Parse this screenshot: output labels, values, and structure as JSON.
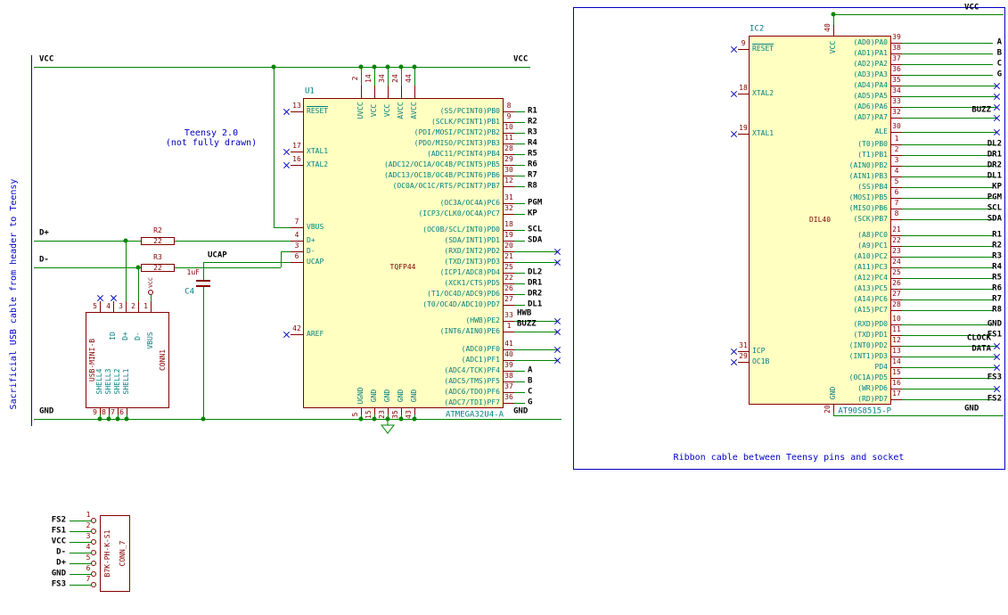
{
  "notes": {
    "left_cable": "Sacrificial USB cable from header to Teensy",
    "teensy_line1": "Teensy 2.0",
    "teensy_line2": "(not fully drawn)",
    "ribbon": "Ribbon cable between Teensy pins and socket"
  },
  "colors": {
    "wire": "#008400",
    "pin": "#840000",
    "pin_name": "#008080",
    "pin_number": "#840000",
    "net_label": "#000000",
    "note": "#0000C0",
    "no_connect": "#0000C0",
    "body_fill": "#FFFFC2",
    "body_border": "#840000"
  },
  "nets": {
    "vcc": "VCC",
    "gnd": "GND",
    "d_plus": "D+",
    "d_minus": "D-",
    "ucap": "UCAP",
    "vbus_power": "VCC"
  },
  "u1": {
    "ref": "U1",
    "value": "ATMEGA32U4-A",
    "package": "TQFP44",
    "left_pins": [
      {
        "name": "RESET",
        "num": "13",
        "nc": true,
        "ovl": true
      },
      {
        "name": "XTAL1",
        "num": "17",
        "nc": true
      },
      {
        "name": "XTAL2",
        "num": "16",
        "nc": true
      },
      {
        "name": "VBUS",
        "num": "7"
      },
      {
        "name": "D+",
        "num": "4"
      },
      {
        "name": "D-",
        "num": "3"
      },
      {
        "name": "UCAP",
        "num": "6"
      },
      {
        "name": "AREF",
        "num": "42",
        "nc": true
      }
    ],
    "top_pins": [
      {
        "name": "UVCC",
        "num": "2"
      },
      {
        "name": "VCC",
        "num": "14"
      },
      {
        "name": "VCC",
        "num": "34"
      },
      {
        "name": "AVCC",
        "num": "24"
      },
      {
        "name": "AVCC",
        "num": "44"
      }
    ],
    "bottom_pins": [
      {
        "name": "UGND",
        "num": "5"
      },
      {
        "name": "GND",
        "num": "15"
      },
      {
        "name": "GND",
        "num": "23"
      },
      {
        "name": "GND",
        "num": "35"
      },
      {
        "name": "GND",
        "num": "43"
      }
    ],
    "right_groups": [
      {
        "pins": [
          {
            "name": "(SS/PCINT0)PB0",
            "num": "8",
            "label": "R1"
          },
          {
            "name": "(SCLK/PCINT1)PB1",
            "num": "9",
            "label": "R2"
          },
          {
            "name": "(PDI/MOSI/PCINT2)PB2",
            "num": "10",
            "label": "R3"
          },
          {
            "name": "(PDO/MISO/PCINT3)PB3",
            "num": "11",
            "label": "R4"
          },
          {
            "name": "(ADC11/PCINT4)PB4",
            "num": "28",
            "label": "R5"
          },
          {
            "name": "(ADC12/OC1A/OC4B/PCINT5)PB5",
            "num": "29",
            "label": "R6"
          },
          {
            "name": "(ADC13/OC1B/OC4B/PCINT6)PB6",
            "num": "30",
            "label": "R7"
          },
          {
            "name": "(OC0A/OC1C/RTS/PCINT7)PB7",
            "num": "12",
            "label": "R8"
          }
        ]
      },
      {
        "pins": [
          {
            "name": "(OC3A/OC4A)PC6",
            "num": "31",
            "label": "PGM"
          },
          {
            "name": "(ICP3/CLK0/OC4A)PC7",
            "num": "32",
            "label": "KP"
          }
        ]
      },
      {
        "pins": [
          {
            "name": "(OC0B/SCL/INT0)PD0",
            "num": "18",
            "label": "SCL"
          },
          {
            "name": "(SDA/INT1)PD1",
            "num": "19",
            "label": "SDA"
          },
          {
            "name": "(RXD/INT2)PD2",
            "num": "20",
            "nc": true
          },
          {
            "name": "(TXD/INT3)PD3",
            "num": "21",
            "nc": true
          },
          {
            "name": "(ICP1/ADC8)PD4",
            "num": "25",
            "label": "DL2"
          },
          {
            "name": "(XCK1/CTS)PD5",
            "num": "22",
            "label": "DR1"
          },
          {
            "name": "(T1/OC4D/ADC9)PD6",
            "num": "26",
            "label": "DR2"
          },
          {
            "name": "(T0/OC4D/ADC10)PD7",
            "num": "27",
            "label": "DL1"
          }
        ]
      },
      {
        "pins": [
          {
            "name": "(HWB)PE2",
            "num": "33",
            "label": "HWB",
            "nc": true
          },
          {
            "name": "(INT6/AIN0)PE6",
            "num": "1",
            "label": "BUZZ",
            "nc": true
          }
        ]
      },
      {
        "pins": [
          {
            "name": "(ADC0)PF0",
            "num": "41",
            "nc": true
          },
          {
            "name": "(ADC1)PF1",
            "num": "40",
            "nc": true
          },
          {
            "name": "(ADC4/TCK)PF4",
            "num": "39",
            "label": "A"
          },
          {
            "name": "(ADC5/TMS)PF5",
            "num": "38",
            "label": "B"
          },
          {
            "name": "(ADC6/TDO)PF6",
            "num": "37",
            "label": "C"
          },
          {
            "name": "(ADC7/TDI)PF7",
            "num": "36",
            "label": "G"
          }
        ]
      }
    ]
  },
  "ic2": {
    "ref": "IC2",
    "value": "AT90S8515-P",
    "package": "DIL40",
    "left_pins": [
      {
        "name": "RESET",
        "num": "9",
        "nc": true,
        "ovl": true
      },
      {
        "name": "XTAL2",
        "num": "18",
        "nc": true
      },
      {
        "name": "XTAL1",
        "num": "19",
        "nc": true
      },
      {
        "name": "ICP",
        "num": "31",
        "nc": true
      },
      {
        "name": "OC1B",
        "num": "29",
        "nc": true
      }
    ],
    "top_pins": [
      {
        "name": "VCC",
        "num": "40"
      }
    ],
    "bottom_pins": [
      {
        "name": "GND",
        "num": "20"
      }
    ],
    "right_groups": [
      {
        "pins": [
          {
            "name": "(AD0)PA0",
            "num": "39",
            "label": "A"
          },
          {
            "name": "(AD1)PA1",
            "num": "38",
            "label": "B"
          },
          {
            "name": "(AD2)PA2",
            "num": "37",
            "label": "C"
          },
          {
            "name": "(AD3)PA3",
            "num": "36",
            "label": "G"
          },
          {
            "name": "(AD4)PA4",
            "num": "35",
            "nc": true
          },
          {
            "name": "(AD5)PA5",
            "num": "34",
            "nc": true
          },
          {
            "name": "(AD6)PA6",
            "num": "33",
            "nc": true
          },
          {
            "name": "(AD7)PA7",
            "num": "32",
            "label": "BUZZ",
            "nc": true
          }
        ]
      },
      {
        "pins": [
          {
            "name": "ALE",
            "num": "30",
            "nc": true
          }
        ]
      },
      {
        "pins": [
          {
            "name": "(T0)PB0",
            "num": "1",
            "label": "DL2"
          },
          {
            "name": "(T1)PB1",
            "num": "2",
            "label": "DR1"
          },
          {
            "name": "(AIN0)PB2",
            "num": "3",
            "label": "DR2"
          },
          {
            "name": "(AIN1)PB3",
            "num": "4",
            "label": "DL1"
          },
          {
            "name": "(SS)PB4",
            "num": "5",
            "label": "KP"
          },
          {
            "name": "(MOSI)PB5",
            "num": "6",
            "label": "PGM"
          },
          {
            "name": "(MISO)PB6",
            "num": "7",
            "label": "SCL"
          },
          {
            "name": "(SCK)PB7",
            "num": "8",
            "label": "SDA"
          }
        ]
      },
      {
        "pins": [
          {
            "name": "(A8)PC0",
            "num": "21",
            "label": "R1"
          },
          {
            "name": "(A9)PC1",
            "num": "22",
            "label": "R2"
          },
          {
            "name": "(A10)PC2",
            "num": "23",
            "label": "R3"
          },
          {
            "name": "(A11)PC3",
            "num": "24",
            "label": "R4"
          },
          {
            "name": "(A12)PC4",
            "num": "25",
            "label": "R5"
          },
          {
            "name": "(A13)PC5",
            "num": "26",
            "label": "R6"
          },
          {
            "name": "(A14)PC6",
            "num": "27",
            "label": "R7"
          },
          {
            "name": "(A15)PC7",
            "num": "28",
            "label": "R8"
          }
        ]
      },
      {
        "pins": [
          {
            "name": "(RXD)PD0",
            "num": "10",
            "label": "GND"
          },
          {
            "name": "(TXD)PD1",
            "num": "11",
            "label": "FS1"
          },
          {
            "name": "(INT0)PD2",
            "num": "12",
            "label": "CLOCK",
            "nc": true
          },
          {
            "name": "(INT1)PD3",
            "num": "13",
            "label": "DATA",
            "nc": true
          },
          {
            "name": "PD4",
            "num": "14",
            "nc": true
          },
          {
            "name": "(OC1A)PD5",
            "num": "15",
            "label": "FS3"
          },
          {
            "name": "(WR)PD6",
            "num": "16",
            "nc": true
          },
          {
            "name": "(RD)PD7",
            "num": "17",
            "label": "FS2"
          }
        ]
      }
    ]
  },
  "resistors": [
    {
      "ref": "R2",
      "value": "22"
    },
    {
      "ref": "R3",
      "value": "22"
    }
  ],
  "capacitor": {
    "ref": "C4",
    "value": "1uF"
  },
  "usb": {
    "ref": "CONN1",
    "value": "USB-MINI-B",
    "pin_names": [
      "SHELL4",
      "SHELL3",
      "SHELL2",
      "SHELL1",
      "ID",
      "D+",
      "D-",
      "VBUS"
    ],
    "top_numbers": [
      "5",
      "4",
      "3",
      "2",
      "1"
    ],
    "bottom_numbers": [
      "9",
      "8",
      "7",
      "6"
    ]
  },
  "conn7": {
    "ref": "CONN_7",
    "value": "B7K-PH-K-S1",
    "pins": [
      {
        "num": "1",
        "label": "FS2"
      },
      {
        "num": "2",
        "label": "FS1"
      },
      {
        "num": "3",
        "label": "VCC"
      },
      {
        "num": "4",
        "label": "D-"
      },
      {
        "num": "5",
        "label": "D+"
      },
      {
        "num": "6",
        "label": "GND"
      },
      {
        "num": "7",
        "label": "FS3"
      }
    ]
  }
}
